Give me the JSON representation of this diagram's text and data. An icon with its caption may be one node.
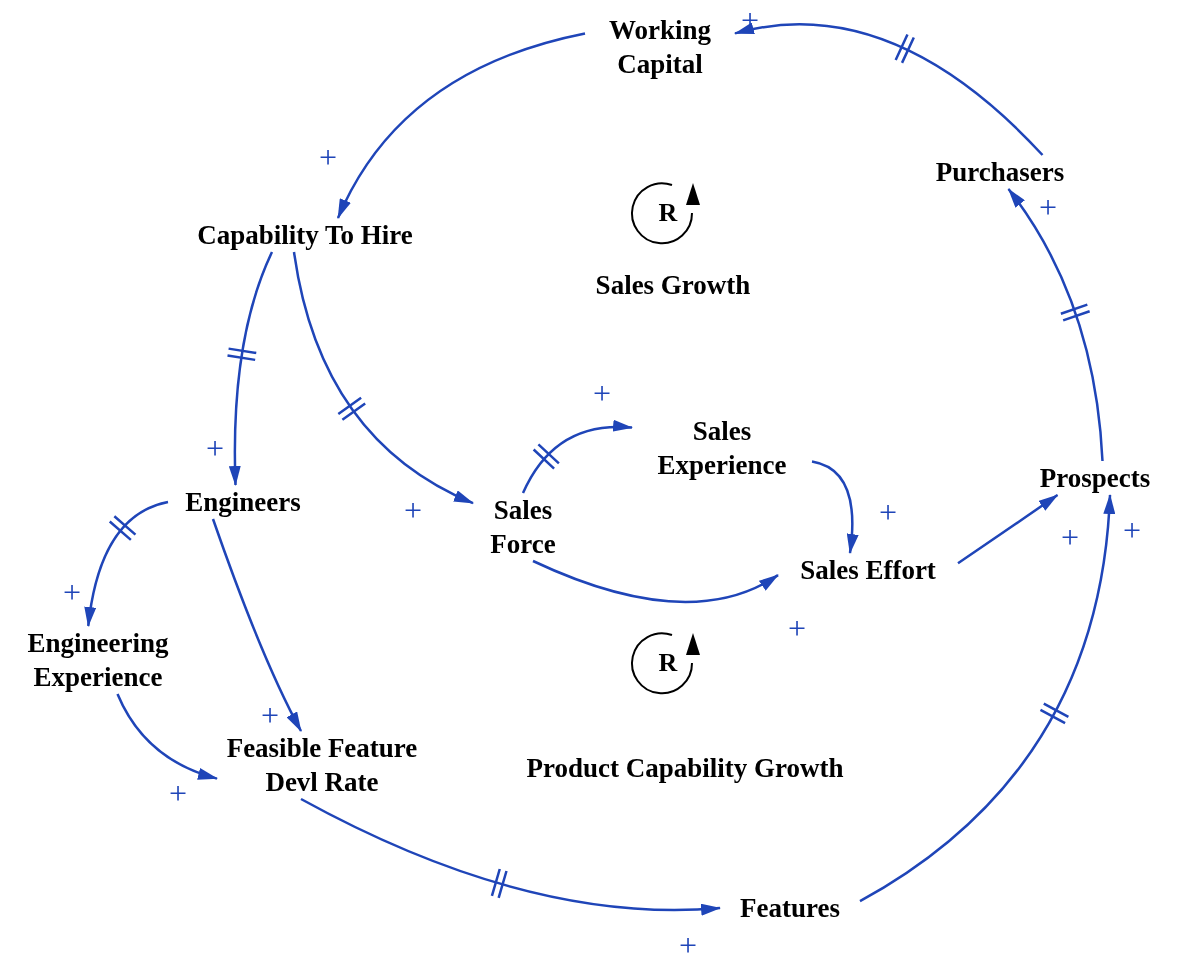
{
  "diagram": {
    "nodes": [
      {
        "text": [
          "Working Capital"
        ]
      },
      {
        "text": [
          "Purchasers"
        ]
      },
      {
        "text": [
          "Capability To Hire"
        ]
      },
      {
        "text": [
          "Sales Experience"
        ]
      },
      {
        "text": [
          "Prospects"
        ]
      },
      {
        "text": [
          "Engineers"
        ]
      },
      {
        "text": [
          "Sales Force"
        ]
      },
      {
        "text": [
          "Sales Effort"
        ]
      },
      {
        "text": [
          "Engineering Experience"
        ]
      },
      {
        "text": [
          "Feasible Feature Devl Rate"
        ]
      },
      {
        "text": [
          "Features"
        ]
      }
    ],
    "edges": [
      {
        "from": 1,
        "to": 0,
        "arrow": "to",
        "label": "+"
      },
      {
        "from": 0,
        "to": 2,
        "arrow": "to",
        "label": "+"
      },
      {
        "from": 2,
        "to": 5,
        "arrow": "to",
        "label": "+"
      },
      {
        "from": 2,
        "to": 6,
        "arrow": "to",
        "label": "+"
      },
      {
        "from": 6,
        "to": 3,
        "arrow": "to",
        "label": "+"
      },
      {
        "from": 3,
        "to": 7,
        "arrow": "to",
        "label": "+"
      },
      {
        "from": 6,
        "to": 7,
        "arrow": "to",
        "label": "+"
      },
      {
        "from": 7,
        "to": 4,
        "arrow": "to",
        "label": "+"
      },
      {
        "from": 4,
        "to": 1,
        "arrow": "to",
        "label": "+"
      },
      {
        "from": 5,
        "to": 8,
        "arrow": "to",
        "label": "+"
      },
      {
        "from": 5,
        "to": 9,
        "arrow": "to",
        "label": "+"
      },
      {
        "from": 8,
        "to": 9,
        "arrow": "to",
        "label": "+"
      },
      {
        "from": 9,
        "to": 10,
        "arrow": "to",
        "label": "+"
      },
      {
        "from": 10,
        "to": 4,
        "arrow": "to",
        "label": "+"
      }
    ],
    "labels": [
      "R",
      "Sales Growth",
      "R",
      "Product Capability Growth"
    ]
  }
}
